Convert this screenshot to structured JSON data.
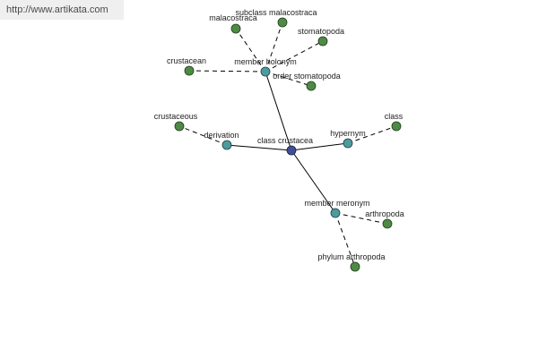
{
  "watermark": {
    "text": "http://www.artikata.com"
  },
  "center": {
    "id": "class-crustacea",
    "label": "class crustacea"
  },
  "relations": [
    {
      "id": "member-holonym",
      "label": "member holonym"
    },
    {
      "id": "derivation",
      "label": "derivation"
    },
    {
      "id": "hypernym",
      "label": "hypernym"
    },
    {
      "id": "member-meronym",
      "label": "member meronym"
    }
  ],
  "leaves": [
    {
      "id": "malacostraca",
      "label": "malacostraca",
      "relation": "member-holonym"
    },
    {
      "id": "subclass-malacostraca",
      "label": "subclass malacostraca",
      "relation": "member-holonym"
    },
    {
      "id": "stomatopoda",
      "label": "stomatopoda",
      "relation": "member-holonym"
    },
    {
      "id": "crustacean",
      "label": "crustacean",
      "relation": "member-holonym"
    },
    {
      "id": "order-stomatopoda",
      "label": "order stomatopoda",
      "relation": "member-holonym"
    },
    {
      "id": "crustaceous",
      "label": "crustaceous",
      "relation": "derivation"
    },
    {
      "id": "class",
      "label": "class",
      "relation": "hypernym"
    },
    {
      "id": "arthropoda",
      "label": "arthropoda",
      "relation": "member-meronym"
    },
    {
      "id": "phylum-arthropoda",
      "label": "phylum arthropoda",
      "relation": "member-meronym"
    }
  ],
  "colors": {
    "center_node": "#3f4f96",
    "relation_node": "#4d9aa0",
    "leaf_node": "#4e8a45"
  }
}
